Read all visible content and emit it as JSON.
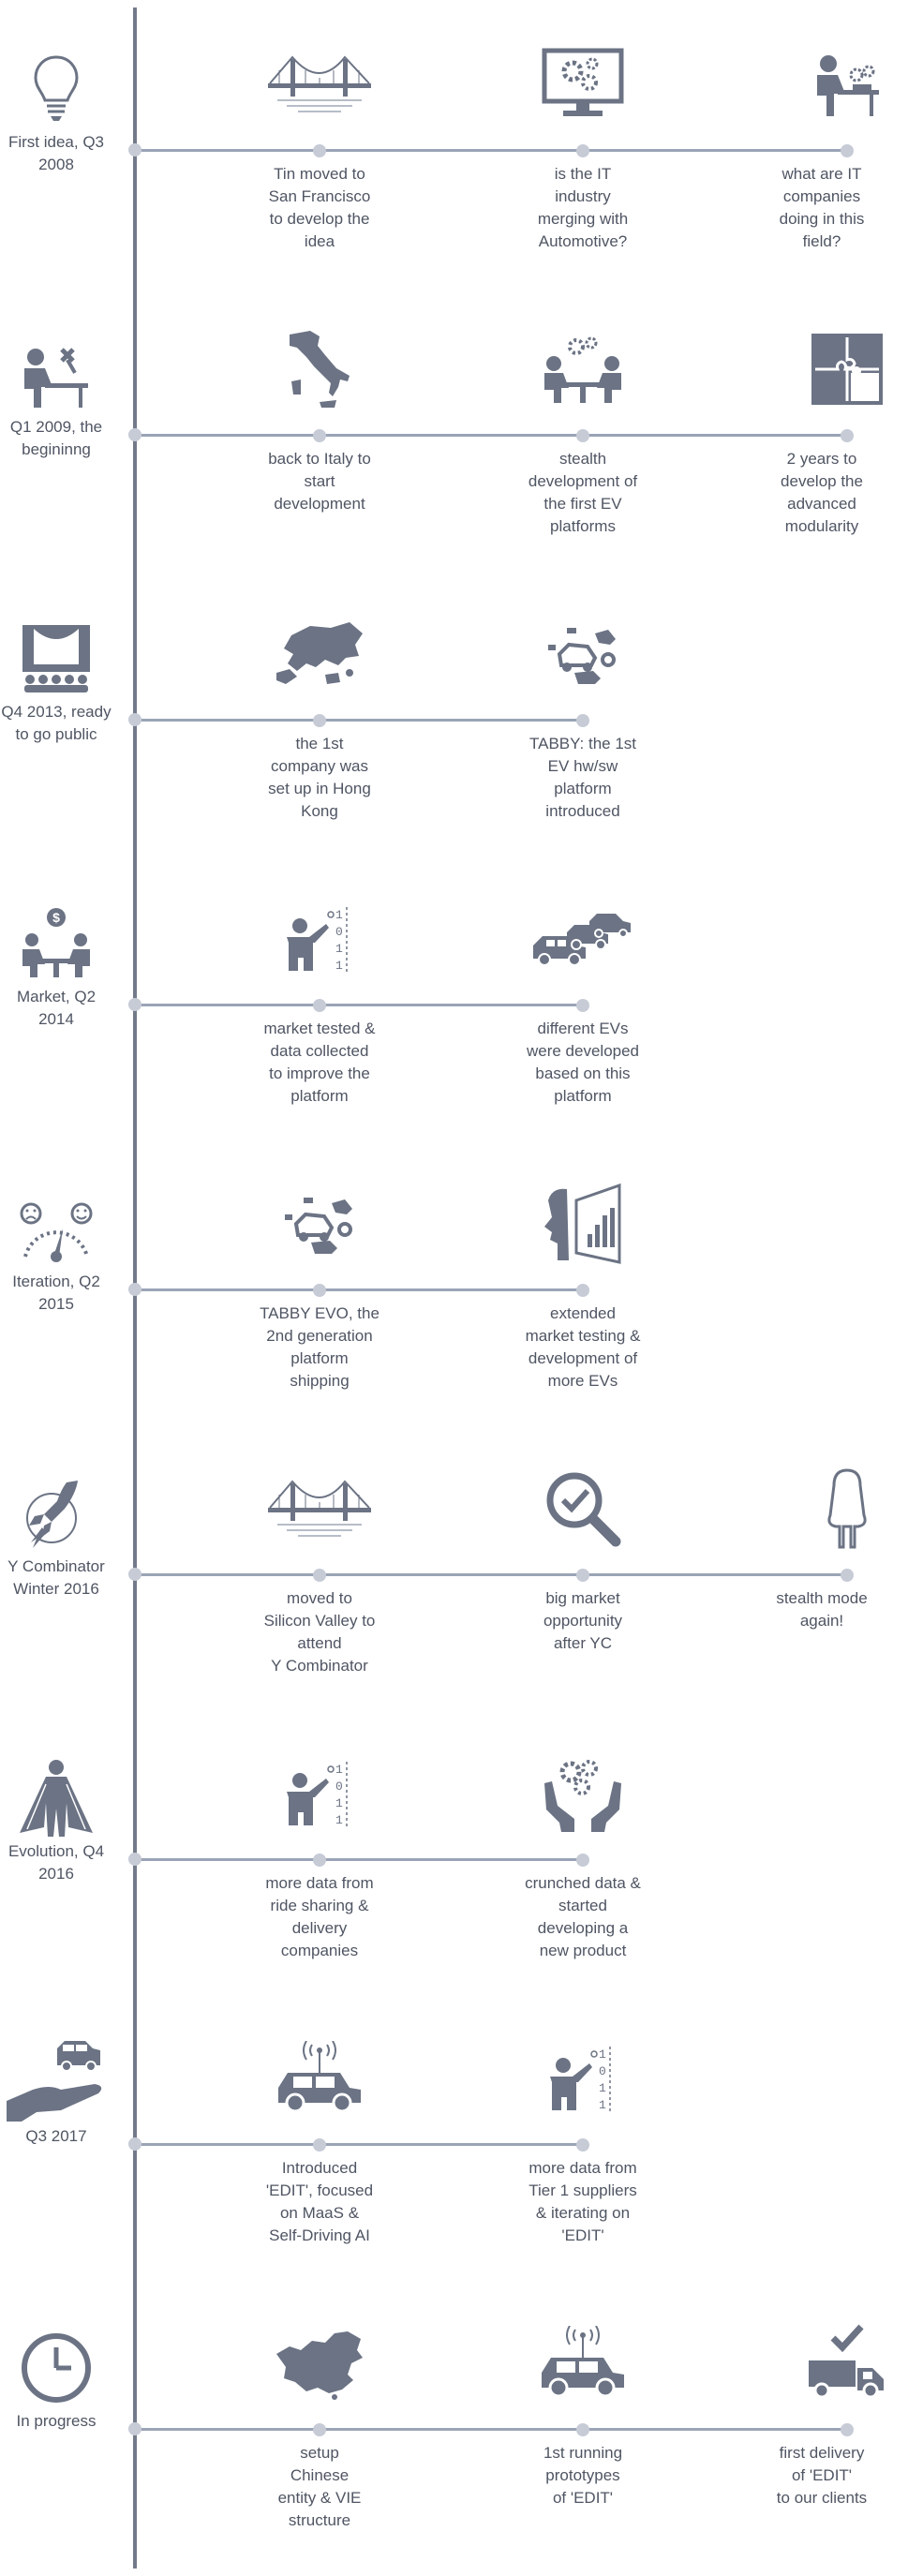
{
  "timeline": {
    "rows": [
      {
        "milestone": {
          "label_lines": [
            "First idea, Q3",
            "2008"
          ],
          "icon": "lightbulb-icon"
        },
        "events": [
          {
            "icon": "bridge-icon",
            "text_lines": [
              "Tin moved to",
              "San Francisco",
              "to develop the",
              "idea"
            ]
          },
          {
            "icon": "monitor-gears-icon",
            "text_lines": [
              "is the IT",
              "industry",
              "merging with",
              "Automotive?"
            ]
          },
          {
            "icon": "person-desk-gears-icon",
            "text_lines": [
              "what are IT",
              "companies",
              "doing in this",
              "field?"
            ]
          }
        ]
      },
      {
        "milestone": {
          "label_lines": [
            "Q1 2009, the",
            "begininng"
          ],
          "icon": "worker-desk-tools-icon"
        },
        "events": [
          {
            "icon": "italy-map-icon",
            "text_lines": [
              "back to Italy to",
              "start",
              "development"
            ]
          },
          {
            "icon": "meeting-gears-icon",
            "text_lines": [
              "stealth",
              "development of",
              "the first EV",
              "platforms"
            ]
          },
          {
            "icon": "puzzle-icon",
            "text_lines": [
              "2 years to",
              "develop the",
              "advanced",
              "modularity"
            ]
          }
        ]
      },
      {
        "milestone": {
          "label_lines": [
            "Q4 2013, ready",
            "to go public"
          ],
          "icon": "stage-audience-icon"
        },
        "events": [
          {
            "icon": "hong-kong-map-icon",
            "text_lines": [
              "the 1st",
              "company was",
              "set up in Hong",
              "Kong"
            ]
          },
          {
            "icon": "car-parts-icon",
            "text_lines": [
              "TABBY: the 1st",
              "EV hw/sw",
              "platform",
              "introduced"
            ]
          }
        ]
      },
      {
        "milestone": {
          "label_lines": [
            "Market, Q2",
            "2014"
          ],
          "icon": "money-meeting-icon"
        },
        "events": [
          {
            "icon": "presenter-data-icon",
            "text_lines": [
              "market tested &",
              "data collected",
              "to improve the",
              "platform"
            ]
          },
          {
            "icon": "cars-icon",
            "text_lines": [
              "different EVs",
              "were developed",
              "based on this",
              "platform"
            ]
          }
        ]
      },
      {
        "milestone": {
          "label_lines": [
            "Iteration, Q2",
            "2015"
          ],
          "icon": "satisfaction-gauge-icon"
        },
        "events": [
          {
            "icon": "car-parts-icon",
            "text_lines": [
              "TABBY EVO, the",
              "2nd generation",
              "platform",
              "shipping"
            ]
          },
          {
            "icon": "head-chart-icon",
            "text_lines": [
              "extended",
              "market testing &",
              "development of",
              "more EVs"
            ]
          }
        ]
      },
      {
        "milestone": {
          "label_lines": [
            "Y Combinator",
            "Winter 2016"
          ],
          "icon": "rocket-icon"
        },
        "events": [
          {
            "icon": "bridge-icon",
            "text_lines": [
              "moved to",
              "Silicon Valley to",
              "attend",
              "Y Combinator"
            ]
          },
          {
            "icon": "magnifier-check-icon",
            "text_lines": [
              "big market",
              "opportunity",
              "after YC"
            ]
          },
          {
            "icon": "ghost-icon",
            "text_lines": [
              "stealth mode",
              "again!"
            ]
          }
        ]
      },
      {
        "milestone": {
          "label_lines": [
            "Evolution, Q4",
            "2016"
          ],
          "icon": "superhero-icon"
        },
        "events": [
          {
            "icon": "presenter-data-icon",
            "text_lines": [
              "more data from",
              "ride sharing  &",
              "delivery",
              "companies"
            ]
          },
          {
            "icon": "hands-gears-icon",
            "text_lines": [
              "crunched data &",
              "started",
              "developing a",
              "new product"
            ]
          }
        ]
      },
      {
        "milestone": {
          "label_lines": [
            "Q3 2017"
          ],
          "icon": "hand-car-icon"
        },
        "events": [
          {
            "icon": "connected-car-icon",
            "text_lines": [
              "Introduced",
              "'EDIT', focused",
              "on MaaS &",
              "Self-Driving AI"
            ]
          },
          {
            "icon": "presenter-data-icon",
            "text_lines": [
              "more data from",
              "Tier 1 suppliers",
              "& iterating on",
              "'EDIT'"
            ]
          }
        ]
      },
      {
        "milestone": {
          "label_lines": [
            "In progress"
          ],
          "icon": "clock-icon"
        },
        "events": [
          {
            "icon": "china-map-icon",
            "text_lines": [
              "setup",
              "Chinese",
              "entity & VIE",
              "structure"
            ]
          },
          {
            "icon": "connected-car-icon",
            "text_lines": [
              "1st running",
              "prototypes",
              "of 'EDIT'"
            ]
          },
          {
            "icon": "delivery-truck-check-icon",
            "text_lines": [
              "first delivery",
              "of 'EDIT'",
              "to our clients"
            ]
          }
        ]
      }
    ]
  },
  "colors": {
    "icon": "#6b7384",
    "line": "#9aa4b6",
    "spine": "#737a8a",
    "dot": "#c6cbd6",
    "text": "#4f5563"
  }
}
